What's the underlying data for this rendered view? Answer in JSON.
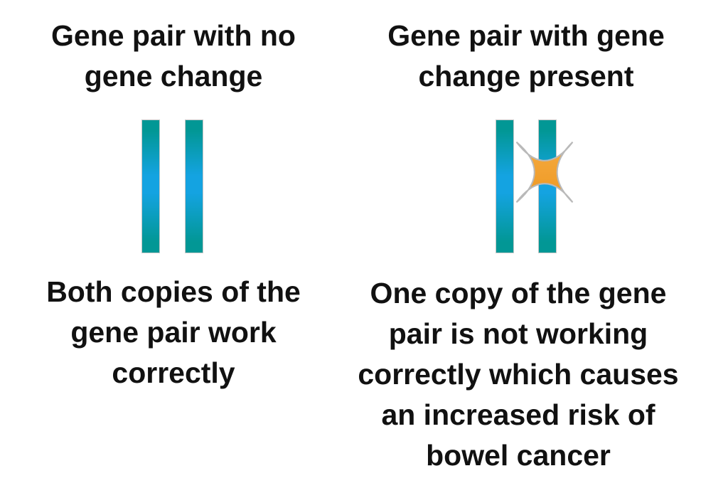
{
  "palette": {
    "background": "#ffffff",
    "text": "#111111",
    "bar_teal": "#029795",
    "bar_blue": "#14a3e1",
    "bar_border": "#c6c6c6",
    "star_light": "#f5ab43",
    "star_dark": "#ee9820",
    "star_border": "#b9b9b9"
  },
  "left_panel": {
    "title_lines": [
      "Gene pair with no",
      "gene change"
    ],
    "caption_lines": [
      "Both copies of the",
      "gene pair work",
      "correctly"
    ],
    "icons": [
      "gene-bar",
      "gene-bar"
    ]
  },
  "right_panel": {
    "title_lines": [
      "Gene pair with gene",
      "change present"
    ],
    "caption_lines": [
      "One copy of the gene",
      "pair is not working",
      "correctly which causes",
      "an increased risk of",
      "bowel cancer"
    ],
    "icons": [
      "gene-bar",
      "gene-bar",
      "gene-change-cross"
    ]
  }
}
